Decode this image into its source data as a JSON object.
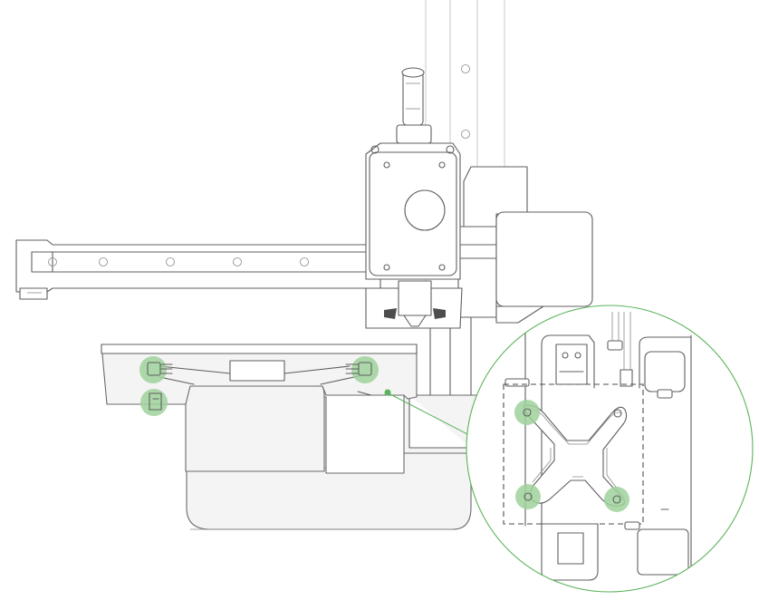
{
  "highlight_color": "#9fd19b",
  "callout_color": "#5bb35a",
  "line_color": "#5f5f5f",
  "body_fill": "#f3f4f3",
  "highlighted_parts": [
    "bed-mount-point-rear-left",
    "bed-mount-point-rear-right",
    "bed-mount-point-front-left",
    "detail-mount-point-top-left",
    "detail-mount-point-bottom-left",
    "detail-mount-point-bottom-right"
  ],
  "callout": {
    "shape": "circle",
    "target": "print-bed-underside",
    "content": "x-shaped-bed-bracket"
  }
}
